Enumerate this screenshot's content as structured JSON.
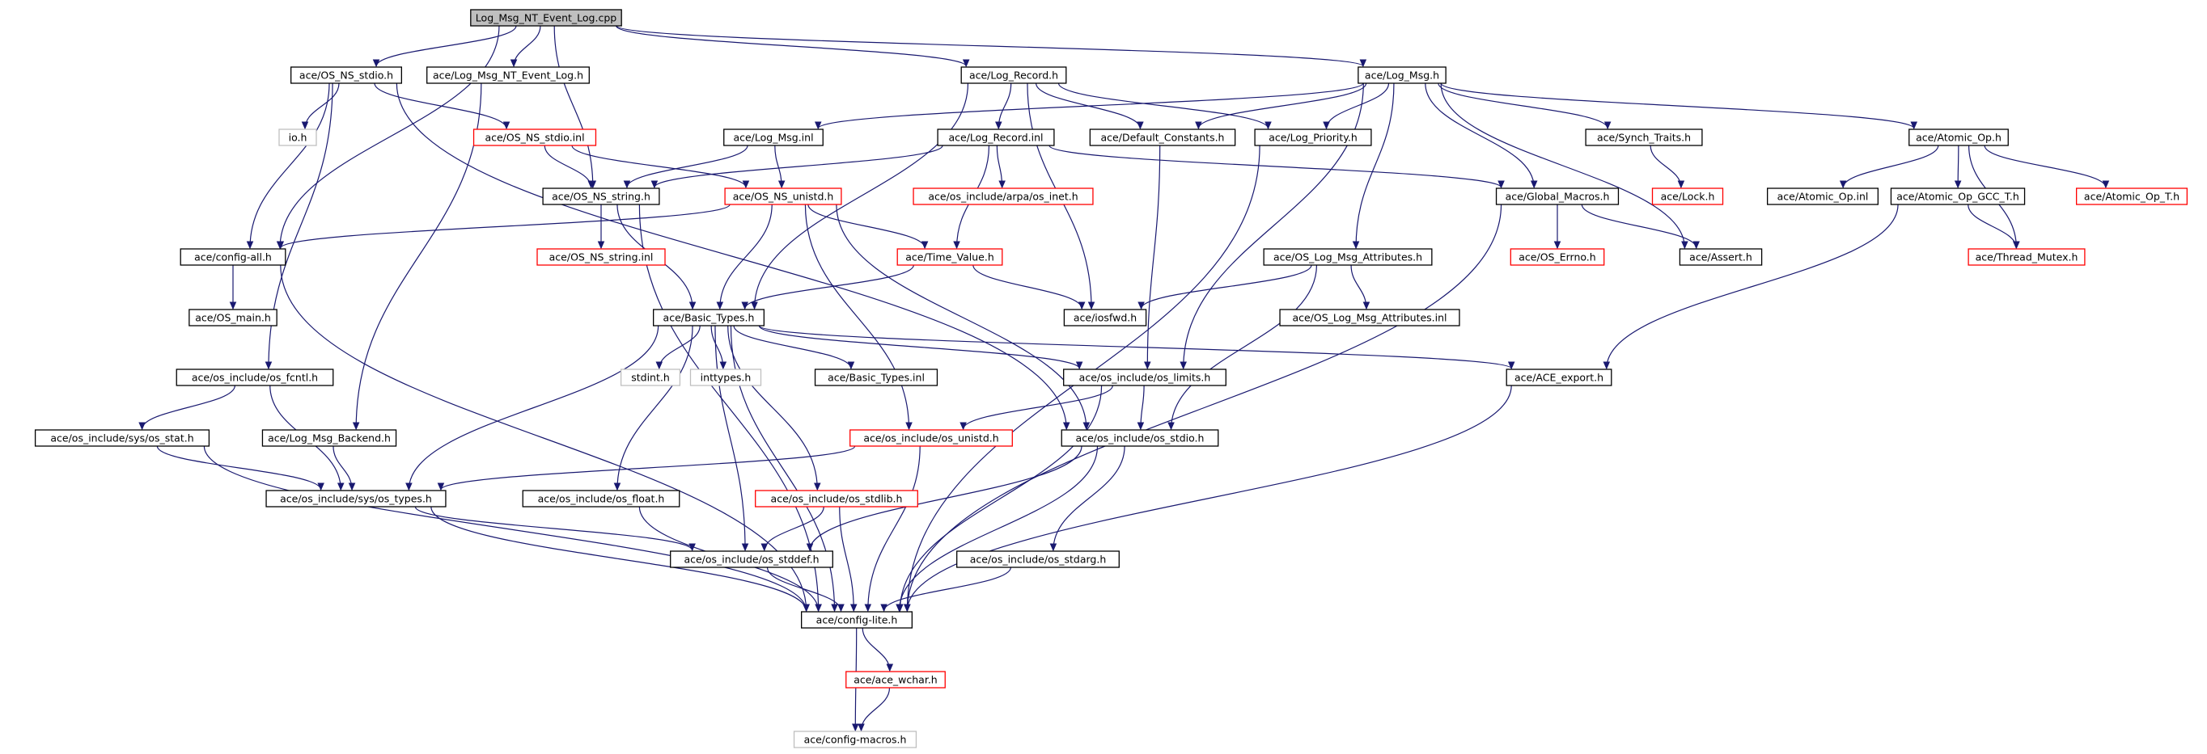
{
  "graph": {
    "root": "Log_Msg_NT_Event_Log.cpp",
    "colors": {
      "edge": "#191970",
      "documented_border": "#000000",
      "undocumented_border": "#ff0000",
      "external_border": "#bfbfbf",
      "root_fill": "#bfbfbf"
    },
    "nodes": [
      {
        "id": "root",
        "label": "Log_Msg_NT_Event_Log.cpp",
        "kind": "root"
      },
      {
        "id": "os_ns_stdio_h",
        "label": "ace/OS_NS_stdio.h",
        "kind": "black"
      },
      {
        "id": "nt_event_log_h",
        "label": "ace/Log_Msg_NT_Event_Log.h",
        "kind": "black"
      },
      {
        "id": "log_record_h",
        "label": "ace/Log_Record.h",
        "kind": "black"
      },
      {
        "id": "log_msg_h",
        "label": "ace/Log_Msg.h",
        "kind": "black"
      },
      {
        "id": "io_h",
        "label": "io.h",
        "kind": "gray"
      },
      {
        "id": "os_ns_stdio_inl",
        "label": "ace/OS_NS_stdio.inl",
        "kind": "red"
      },
      {
        "id": "log_msg_inl",
        "label": "ace/Log_Msg.inl",
        "kind": "black"
      },
      {
        "id": "log_record_inl",
        "label": "ace/Log_Record.inl",
        "kind": "black"
      },
      {
        "id": "default_constants_h",
        "label": "ace/Default_Constants.h",
        "kind": "black"
      },
      {
        "id": "log_priority_h",
        "label": "ace/Log_Priority.h",
        "kind": "black"
      },
      {
        "id": "synch_traits_h",
        "label": "ace/Synch_Traits.h",
        "kind": "black"
      },
      {
        "id": "atomic_op_h",
        "label": "ace/Atomic_Op.h",
        "kind": "black"
      },
      {
        "id": "os_ns_string_h",
        "label": "ace/OS_NS_string.h",
        "kind": "black"
      },
      {
        "id": "os_ns_unistd_h",
        "label": "ace/OS_NS_unistd.h",
        "kind": "red"
      },
      {
        "id": "arpa_inet_h",
        "label": "ace/os_include/arpa/os_inet.h",
        "kind": "red"
      },
      {
        "id": "global_macros_h",
        "label": "ace/Global_Macros.h",
        "kind": "black"
      },
      {
        "id": "lock_h",
        "label": "ace/Lock.h",
        "kind": "red"
      },
      {
        "id": "atomic_op_inl",
        "label": "ace/Atomic_Op.inl",
        "kind": "black"
      },
      {
        "id": "atomic_op_gcc_t_h",
        "label": "ace/Atomic_Op_GCC_T.h",
        "kind": "black"
      },
      {
        "id": "atomic_op_t_h",
        "label": "ace/Atomic_Op_T.h",
        "kind": "red"
      },
      {
        "id": "config_all_h",
        "label": "ace/config-all.h",
        "kind": "black"
      },
      {
        "id": "os_ns_string_inl",
        "label": "ace/OS_NS_string.inl",
        "kind": "red"
      },
      {
        "id": "time_value_h",
        "label": "ace/Time_Value.h",
        "kind": "red"
      },
      {
        "id": "os_log_msg_attr_h",
        "label": "ace/OS_Log_Msg_Attributes.h",
        "kind": "black"
      },
      {
        "id": "os_errno_h",
        "label": "ace/OS_Errno.h",
        "kind": "red"
      },
      {
        "id": "assert_h",
        "label": "ace/Assert.h",
        "kind": "black"
      },
      {
        "id": "thread_mutex_h",
        "label": "ace/Thread_Mutex.h",
        "kind": "red"
      },
      {
        "id": "os_main_h",
        "label": "ace/OS_main.h",
        "kind": "black"
      },
      {
        "id": "basic_types_h",
        "label": "ace/Basic_Types.h",
        "kind": "black"
      },
      {
        "id": "iosfwd_h",
        "label": "ace/iosfwd.h",
        "kind": "black"
      },
      {
        "id": "os_log_msg_attr_inl",
        "label": "ace/OS_Log_Msg_Attributes.inl",
        "kind": "black"
      },
      {
        "id": "os_fcntl_h",
        "label": "ace/os_include/os_fcntl.h",
        "kind": "black"
      },
      {
        "id": "stdint_h",
        "label": "stdint.h",
        "kind": "gray"
      },
      {
        "id": "inttypes_h",
        "label": "inttypes.h",
        "kind": "gray"
      },
      {
        "id": "basic_types_inl",
        "label": "ace/Basic_Types.inl",
        "kind": "black"
      },
      {
        "id": "os_limits_h",
        "label": "ace/os_include/os_limits.h",
        "kind": "black"
      },
      {
        "id": "ace_export_h",
        "label": "ace/ACE_export.h",
        "kind": "black"
      },
      {
        "id": "os_stat_h",
        "label": "ace/os_include/sys/os_stat.h",
        "kind": "black"
      },
      {
        "id": "log_msg_backend_h",
        "label": "ace/Log_Msg_Backend.h",
        "kind": "black"
      },
      {
        "id": "os_unistd_h",
        "label": "ace/os_include/os_unistd.h",
        "kind": "red"
      },
      {
        "id": "os_stdio_h",
        "label": "ace/os_include/os_stdio.h",
        "kind": "black"
      },
      {
        "id": "os_types_h",
        "label": "ace/os_include/sys/os_types.h",
        "kind": "black"
      },
      {
        "id": "os_float_h",
        "label": "ace/os_include/os_float.h",
        "kind": "black"
      },
      {
        "id": "os_stdlib_h",
        "label": "ace/os_include/os_stdlib.h",
        "kind": "red"
      },
      {
        "id": "os_stddef_h",
        "label": "ace/os_include/os_stddef.h",
        "kind": "black"
      },
      {
        "id": "os_stdarg_h",
        "label": "ace/os_include/os_stdarg.h",
        "kind": "black"
      },
      {
        "id": "config_lite_h",
        "label": "ace/config-lite.h",
        "kind": "black"
      },
      {
        "id": "ace_wchar_h",
        "label": "ace/ace_wchar.h",
        "kind": "red"
      },
      {
        "id": "config_macros_h",
        "label": "ace/config-macros.h",
        "kind": "gray"
      }
    ],
    "edges": [
      [
        "root",
        "os_ns_stdio_h"
      ],
      [
        "root",
        "nt_event_log_h"
      ],
      [
        "root",
        "log_record_h"
      ],
      [
        "root",
        "log_msg_h"
      ],
      [
        "root",
        "os_ns_string_h"
      ],
      [
        "root",
        "config_all_h"
      ],
      [
        "os_ns_stdio_h",
        "io_h"
      ],
      [
        "os_ns_stdio_h",
        "os_ns_stdio_inl"
      ],
      [
        "os_ns_stdio_h",
        "config_all_h"
      ],
      [
        "os_ns_stdio_h",
        "os_fcntl_h"
      ],
      [
        "os_ns_stdio_h",
        "os_stdio_h"
      ],
      [
        "nt_event_log_h",
        "log_msg_backend_h"
      ],
      [
        "log_record_h",
        "log_record_inl"
      ],
      [
        "log_record_h",
        "default_constants_h"
      ],
      [
        "log_record_h",
        "log_priority_h"
      ],
      [
        "log_record_h",
        "iosfwd_h"
      ],
      [
        "log_record_h",
        "basic_types_h"
      ],
      [
        "log_msg_h",
        "log_msg_inl"
      ],
      [
        "log_msg_h",
        "default_constants_h"
      ],
      [
        "log_msg_h",
        "log_priority_h"
      ],
      [
        "log_msg_h",
        "synch_traits_h"
      ],
      [
        "log_msg_h",
        "atomic_op_h"
      ],
      [
        "log_msg_h",
        "global_macros_h"
      ],
      [
        "log_msg_h",
        "os_log_msg_attr_h"
      ],
      [
        "log_msg_h",
        "assert_h"
      ],
      [
        "log_msg_h",
        "os_limits_h"
      ],
      [
        "os_ns_stdio_inl",
        "os_ns_string_h"
      ],
      [
        "os_ns_stdio_inl",
        "os_ns_unistd_h"
      ],
      [
        "log_msg_inl",
        "os_ns_string_h"
      ],
      [
        "log_msg_inl",
        "os_ns_unistd_h"
      ],
      [
        "log_record_inl",
        "os_ns_string_h"
      ],
      [
        "log_record_inl",
        "arpa_inet_h"
      ],
      [
        "log_record_inl",
        "time_value_h"
      ],
      [
        "log_record_inl",
        "global_macros_h"
      ],
      [
        "default_constants_h",
        "os_limits_h"
      ],
      [
        "log_priority_h",
        "config_lite_h"
      ],
      [
        "synch_traits_h",
        "lock_h"
      ],
      [
        "atomic_op_h",
        "atomic_op_inl"
      ],
      [
        "atomic_op_h",
        "atomic_op_gcc_t_h"
      ],
      [
        "atomic_op_h",
        "atomic_op_t_h"
      ],
      [
        "atomic_op_h",
        "thread_mutex_h"
      ],
      [
        "os_ns_string_h",
        "os_ns_string_inl"
      ],
      [
        "os_ns_string_h",
        "basic_types_h"
      ],
      [
        "os_ns_string_h",
        "config_lite_h"
      ],
      [
        "os_ns_unistd_h",
        "config_all_h"
      ],
      [
        "os_ns_unistd_h",
        "time_value_h"
      ],
      [
        "os_ns_unistd_h",
        "basic_types_h"
      ],
      [
        "os_ns_unistd_h",
        "os_unistd_h"
      ],
      [
        "os_ns_unistd_h",
        "os_stdio_h"
      ],
      [
        "global_macros_h",
        "os_errno_h"
      ],
      [
        "global_macros_h",
        "assert_h"
      ],
      [
        "global_macros_h",
        "config_lite_h"
      ],
      [
        "atomic_op_gcc_t_h",
        "thread_mutex_h"
      ],
      [
        "atomic_op_gcc_t_h",
        "ace_export_h"
      ],
      [
        "config_all_h",
        "os_main_h"
      ],
      [
        "config_all_h",
        "config_lite_h"
      ],
      [
        "time_value_h",
        "basic_types_h"
      ],
      [
        "time_value_h",
        "iosfwd_h"
      ],
      [
        "os_log_msg_attr_h",
        "iosfwd_h"
      ],
      [
        "os_log_msg_attr_h",
        "os_log_msg_attr_inl"
      ],
      [
        "os_log_msg_attr_h",
        "os_stdio_h"
      ],
      [
        "basic_types_h",
        "stdint_h"
      ],
      [
        "basic_types_h",
        "inttypes_h"
      ],
      [
        "basic_types_h",
        "basic_types_inl"
      ],
      [
        "basic_types_h",
        "os_limits_h"
      ],
      [
        "basic_types_h",
        "ace_export_h"
      ],
      [
        "basic_types_h",
        "os_float_h"
      ],
      [
        "basic_types_h",
        "os_stdlib_h"
      ],
      [
        "basic_types_h",
        "os_stddef_h"
      ],
      [
        "basic_types_h",
        "os_types_h"
      ],
      [
        "basic_types_h",
        "config_lite_h"
      ],
      [
        "os_fcntl_h",
        "os_stat_h"
      ],
      [
        "os_fcntl_h",
        "os_types_h"
      ],
      [
        "os_limits_h",
        "os_unistd_h"
      ],
      [
        "os_limits_h",
        "os_stdio_h"
      ],
      [
        "os_limits_h",
        "config_lite_h"
      ],
      [
        "ace_export_h",
        "config_lite_h"
      ],
      [
        "os_stat_h",
        "os_types_h"
      ],
      [
        "os_stat_h",
        "config_lite_h"
      ],
      [
        "log_msg_backend_h",
        "os_types_h"
      ],
      [
        "os_unistd_h",
        "os_types_h"
      ],
      [
        "os_unistd_h",
        "config_lite_h"
      ],
      [
        "os_stdio_h",
        "os_stddef_h"
      ],
      [
        "os_stdio_h",
        "os_stdarg_h"
      ],
      [
        "os_stdio_h",
        "config_lite_h"
      ],
      [
        "os_types_h",
        "os_stddef_h"
      ],
      [
        "os_types_h",
        "config_lite_h"
      ],
      [
        "os_float_h",
        "config_lite_h"
      ],
      [
        "os_stdlib_h",
        "os_stddef_h"
      ],
      [
        "os_stdlib_h",
        "config_lite_h"
      ],
      [
        "os_stddef_h",
        "config_lite_h"
      ],
      [
        "os_stdarg_h",
        "config_lite_h"
      ],
      [
        "config_lite_h",
        "ace_wchar_h"
      ],
      [
        "config_lite_h",
        "config_macros_h"
      ],
      [
        "ace_wchar_h",
        "config_macros_h"
      ]
    ]
  }
}
